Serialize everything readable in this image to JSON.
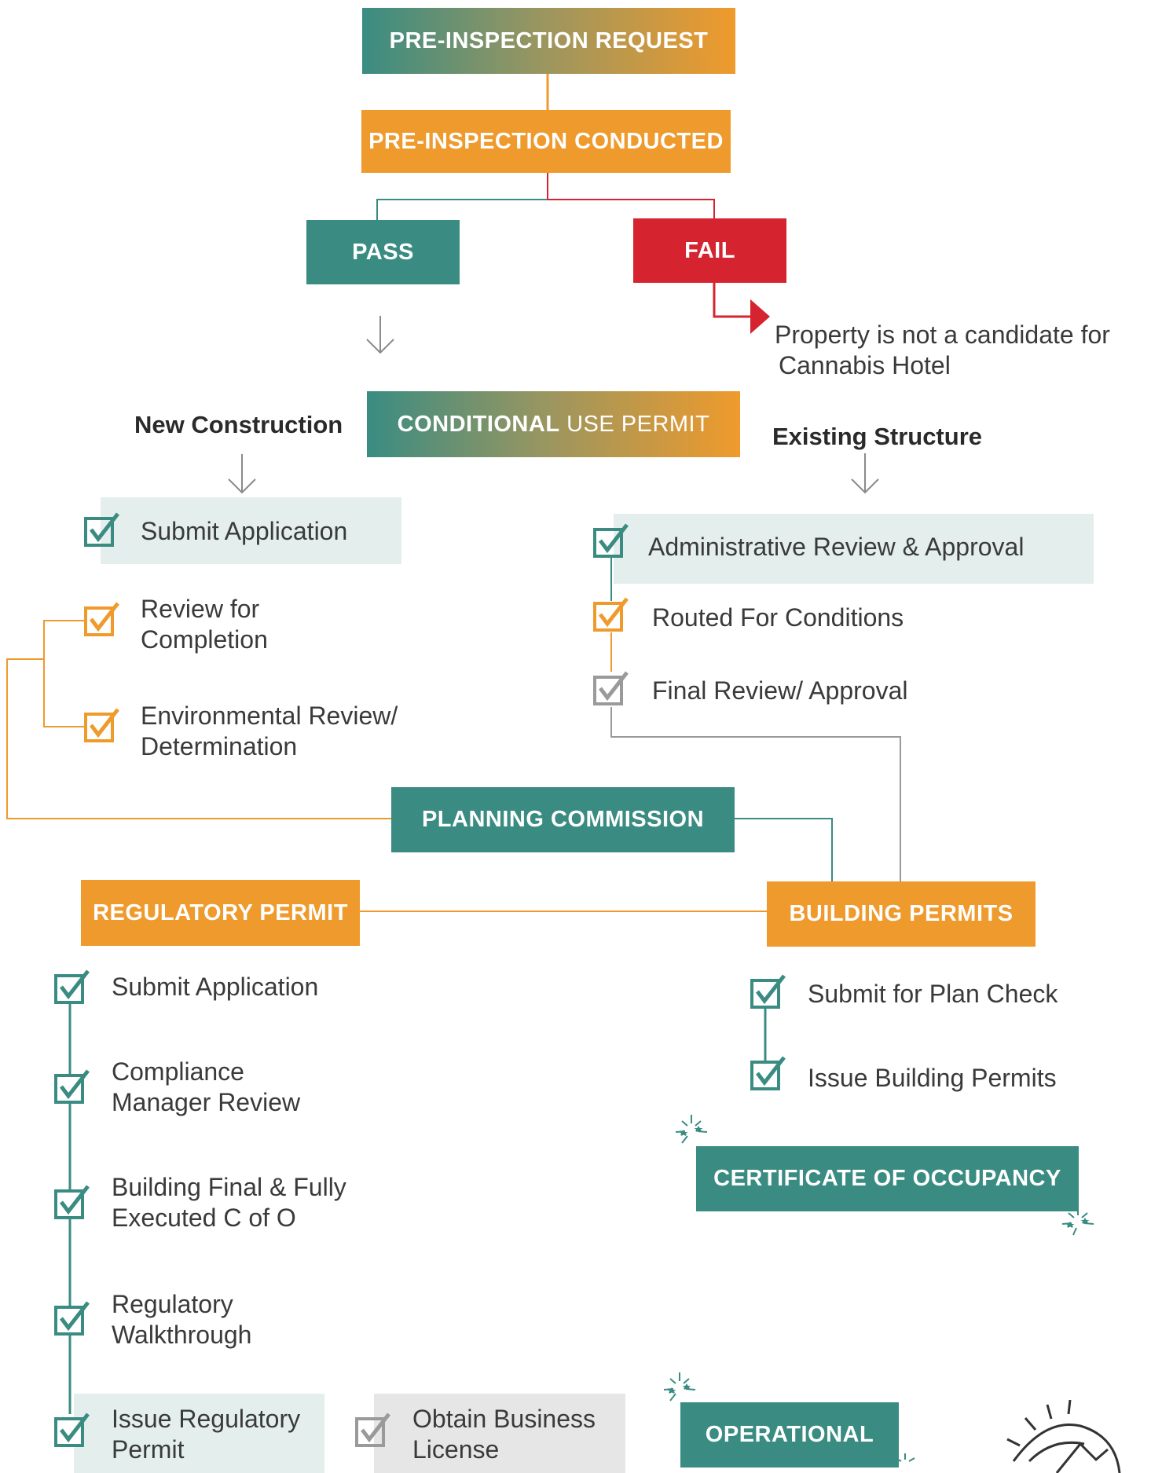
{
  "colors": {
    "teal": "#3a8c82",
    "orange": "#ef9a2c",
    "red": "#d5232f",
    "gray": "#9a9a9a",
    "teal_highlight": "#e3eeed",
    "gray_highlight": "#e6e6e6"
  },
  "top": {
    "request": "PRE-INSPECTION REQUEST",
    "conducted": "PRE-INSPECTION CONDUCTED",
    "pass": "PASS",
    "fail": "FAIL",
    "fail_note_line1": "Property is not a candidate for",
    "fail_note_line2": "Cannabis Hotel"
  },
  "cup": {
    "bold": "CONDITIONAL",
    "light": " USE PERMIT",
    "left_header": "New Construction",
    "right_header": "Existing Structure"
  },
  "new_construction": {
    "submit": "Submit Application",
    "review_line1": "Review for",
    "review_line2": "Completion",
    "env_line1": "Environmental Review/",
    "env_line2": "Determination"
  },
  "existing_structure": {
    "admin": "Administrative Review & Approval",
    "routed": "Routed For Conditions",
    "final": "Final Review/ Approval"
  },
  "planning_commission": "PLANNING COMMISSION",
  "regulatory": {
    "title": "REGULATORY PERMIT",
    "items": [
      {
        "line1": "Submit Application",
        "line2": ""
      },
      {
        "line1": "Compliance",
        "line2": "Manager Review"
      },
      {
        "line1": "Building Final & Fully",
        "line2": "Executed C of O"
      },
      {
        "line1": "Regulatory",
        "line2": "Walkthrough"
      },
      {
        "line1": "Issue Regulatory",
        "line2": "Permit"
      }
    ],
    "business_line1": "Obtain Business",
    "business_line2": "License"
  },
  "building": {
    "title": "BUILDING PERMITS",
    "plan_check": "Submit for Plan Check",
    "issue": "Issue Building Permits"
  },
  "certificate": "CERTIFICATE OF OCCUPANCY",
  "operational": "OPERATIONAL",
  "icons": {
    "checkbox": "checkbox-checked-icon",
    "arrow": "arrow-down-icon",
    "sparkle": "sparkle-icon",
    "sun": "sun-mountain-icon"
  }
}
